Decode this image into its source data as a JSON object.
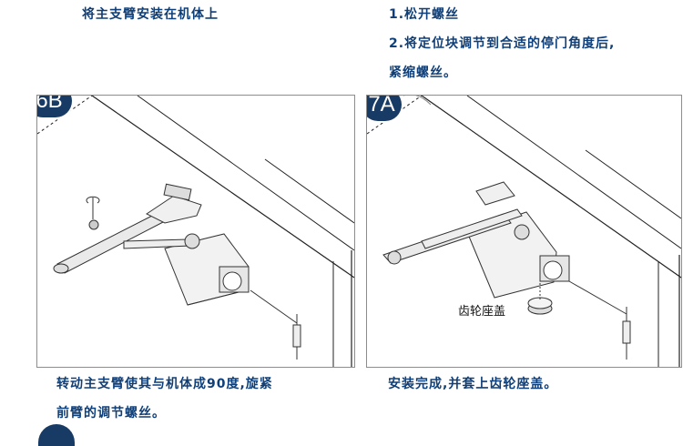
{
  "top_left_caption": "将主支臂安装在机体上",
  "top_right_captions": [
    "1.松开螺丝",
    "2.将定位块调节到合适的停门角度后,",
    "紧缩螺丝。"
  ],
  "panel_left": {
    "badge": "6B"
  },
  "panel_right": {
    "badge": "7A",
    "part_label": "齿轮座盖"
  },
  "bottom_left_captions": [
    "转动主支臂使其与机体成90度,旋紧",
    "前臂的调节螺丝。"
  ],
  "bottom_right_caption": "安装完成,并套上齿轮座盖。"
}
